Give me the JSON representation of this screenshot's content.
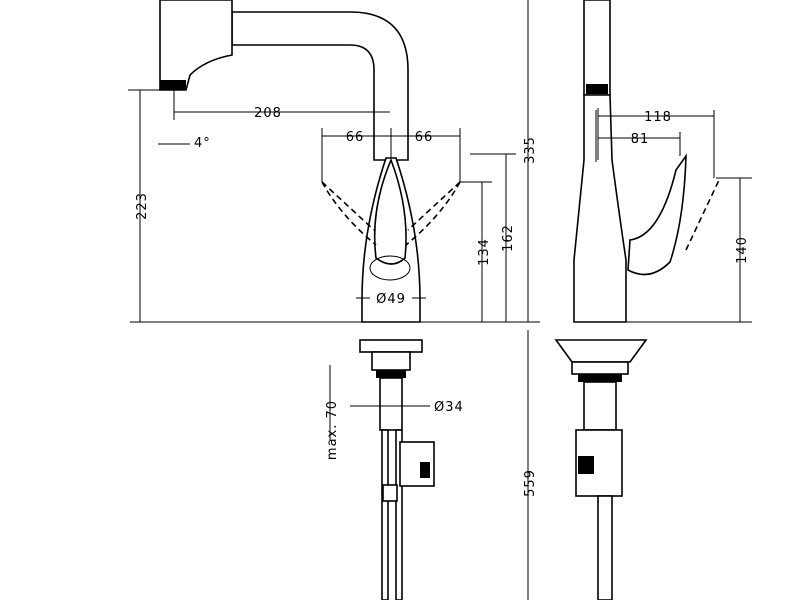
{
  "dimensions": {
    "spout_reach": "208",
    "spray_angle": "4°",
    "swing_left": "66",
    "swing_right": "66",
    "total_height": "335",
    "spout_height": "223",
    "lever_height_low": "134",
    "lever_height_high": "162",
    "body_diameter": "Ø49",
    "max_thickness": "max. 70",
    "shank_diameter": "Ø34",
    "below_deck": "559",
    "side_lever_reach": "118",
    "side_lever_offset": "81",
    "side_lever_height": "140"
  }
}
